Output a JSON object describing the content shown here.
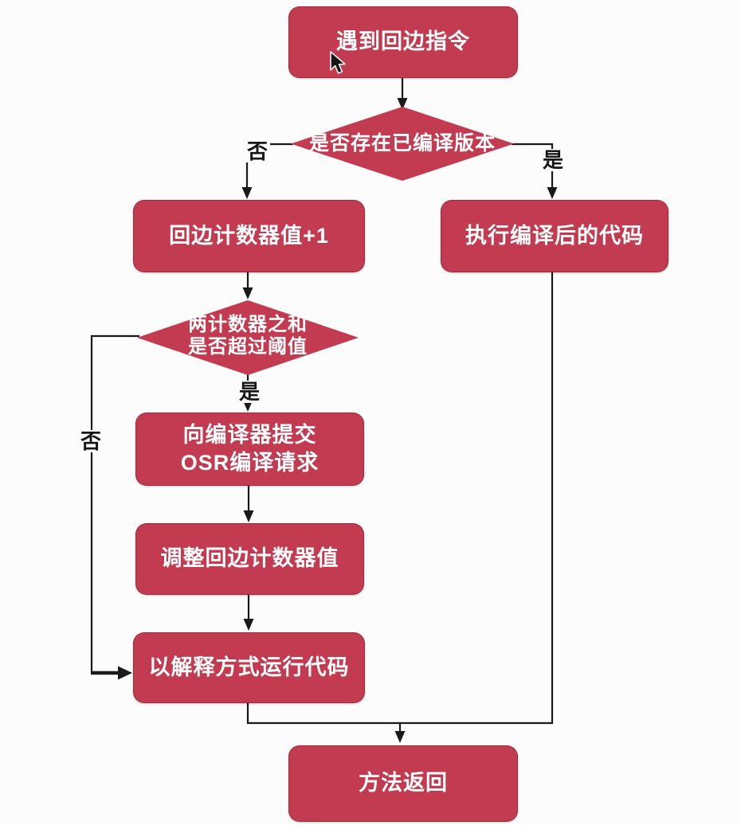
{
  "diagram": {
    "title": "OSR back-edge counter flowchart",
    "colors": {
      "background": "#fcfcfc",
      "shape_fill": "#c33b50",
      "connector": "#1a1a1a",
      "shape_text": "#ffffff",
      "edge_label_text": "#171717"
    },
    "nodes": {
      "start": "遇到回边指令",
      "has_compiled_version": "是否存在已编译版本",
      "increment_back_edge_counter": "回边计数器值+1",
      "execute_compiled_code": "执行编译后的代码",
      "counters_exceed_threshold": "两计数器之和\n是否超过阈值",
      "submit_osr_request": "向编译器提交\nOSR编译请求",
      "adjust_back_edge_counter": "调整回边计数器值",
      "run_interpreted": "以解释方式运行代码",
      "method_return": "方法返回"
    },
    "edge_labels": {
      "has_compiled_no": "否",
      "has_compiled_yes": "是",
      "threshold_yes": "是",
      "threshold_no": "否"
    }
  }
}
